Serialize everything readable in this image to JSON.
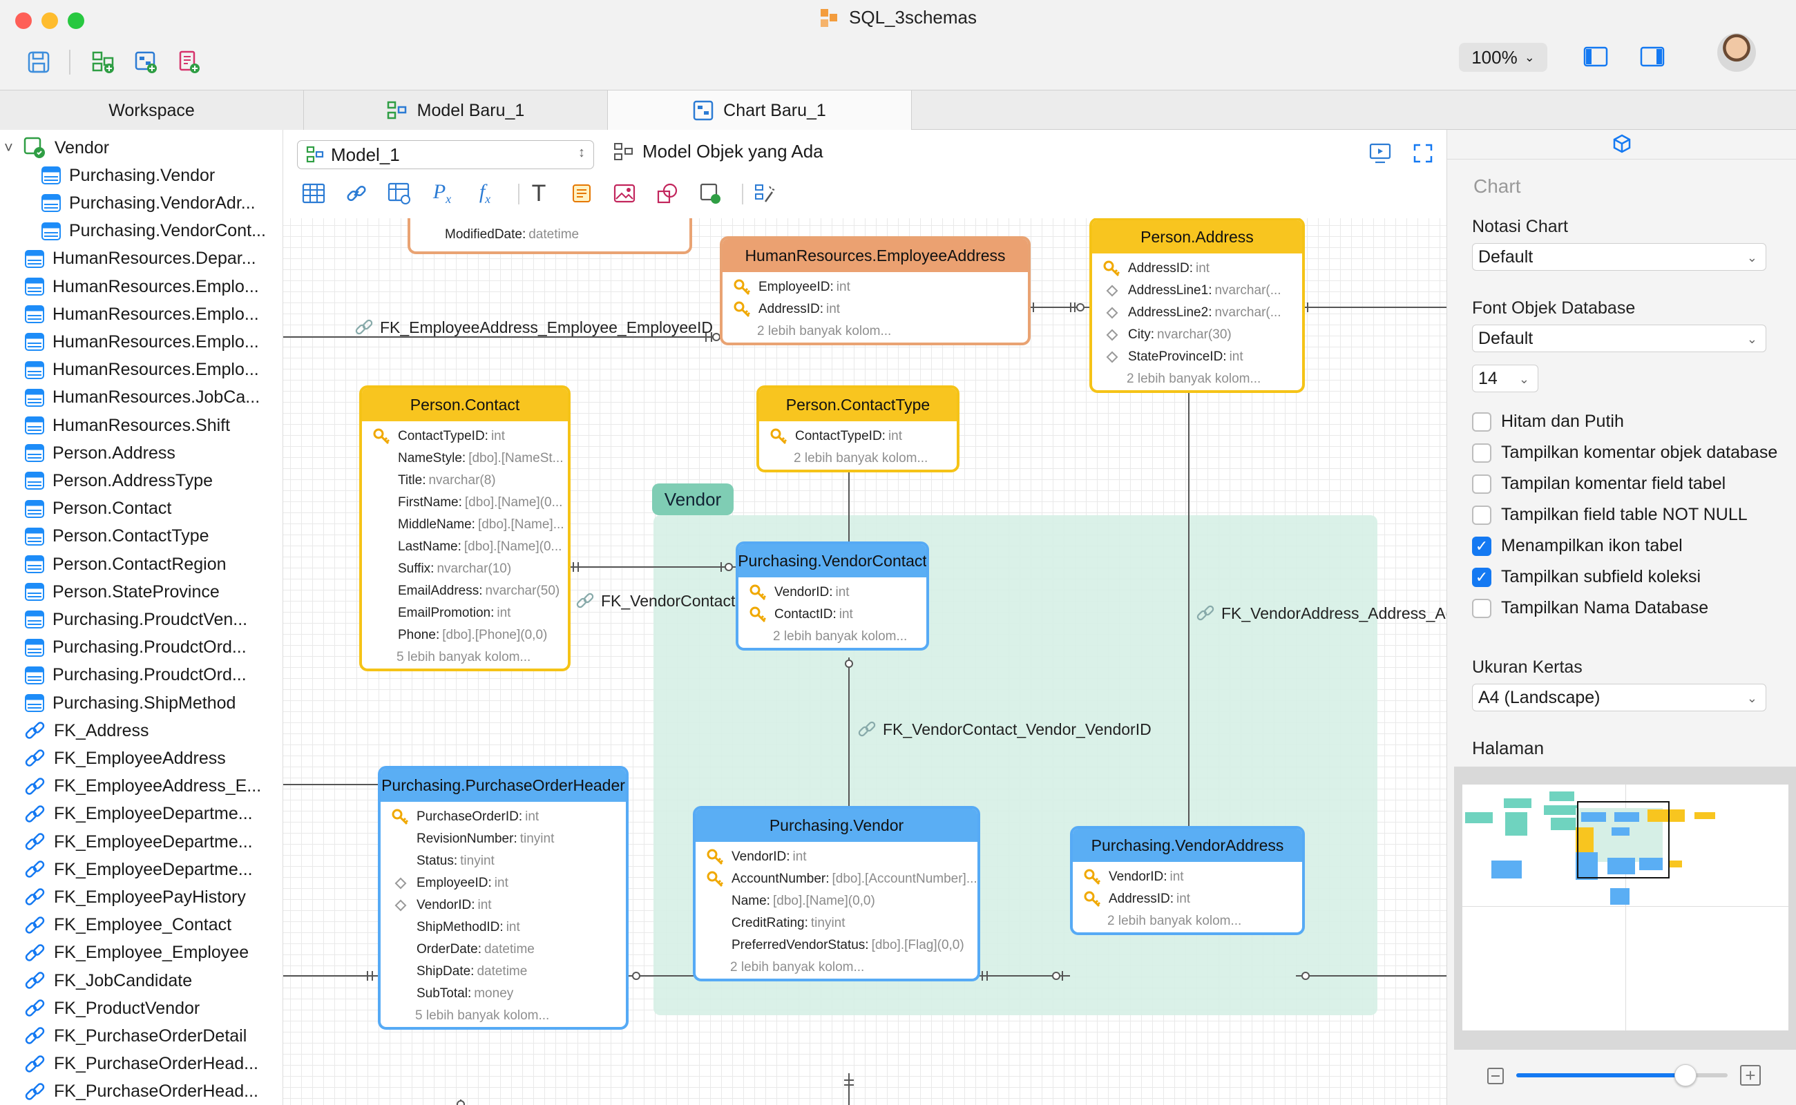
{
  "window": {
    "title": "SQL_3schemas",
    "zoom": "100%"
  },
  "toolbar": {
    "icons": [
      "save-icon",
      "add-model-icon",
      "add-chart-icon",
      "add-report-icon"
    ]
  },
  "tabs": [
    {
      "label": "Workspace"
    },
    {
      "label": "Model Baru_1"
    },
    {
      "label": "Chart Baru_1"
    }
  ],
  "sidebar": {
    "root": "Vendor",
    "children": [
      "Purchasing.Vendor",
      "Purchasing.VendorAdr...",
      "Purchasing.VendorCont..."
    ],
    "tables": [
      "HumanResources.Depar...",
      "HumanResources.Emplo...",
      "HumanResources.Emplo...",
      "HumanResources.Emplo...",
      "HumanResources.Emplo...",
      "HumanResources.JobCa...",
      "HumanResources.Shift",
      "Person.Address",
      "Person.AddressType",
      "Person.Contact",
      "Person.ContactType",
      "Person.ContactRegion",
      "Person.StateProvince",
      "Purchasing.ProudctVen...",
      "Purchasing.ProudctOrd...",
      "Purchasing.ProudctOrd...",
      "Purchasing.ShipMethod"
    ],
    "fks": [
      "FK_Address",
      "FK_EmployeeAddress",
      "FK_EmployeeAddress_E...",
      "FK_EmployeeDepartme...",
      "FK_EmployeeDepartme...",
      "FK_EmployeeDepartme...",
      "FK_EmployeePayHistory",
      "FK_Employee_Contact",
      "FK_Employee_Employee",
      "FK_JobCandidate",
      "FK_ProductVendor",
      "FK_PurchaseOrderDetail",
      "FK_PurchaseOrderHead...",
      "FK_PurchaseOrderHead..."
    ]
  },
  "canvas": {
    "model_select": "Model_1",
    "model_label": "Model Objek  yang Ada",
    "group_label": "Vendor",
    "fragment": {
      "name": "ModifiedDate:",
      "type": "datetime"
    },
    "entities": {
      "emp_addr": {
        "title": "HumanResources.EmployeeAddress",
        "fields": [
          {
            "k": "key",
            "n": "EmployeeID:",
            "t": "int"
          },
          {
            "k": "key",
            "n": "AddressID:",
            "t": "int"
          }
        ],
        "more": "2 lebih banyak kolom..."
      },
      "person_addr": {
        "title": "Person.Address",
        "fields": [
          {
            "k": "key",
            "n": "AddressID:",
            "t": "int"
          },
          {
            "k": "dia",
            "n": "AddressLine1:",
            "t": "nvarchar(..."
          },
          {
            "k": "dia",
            "n": "AddressLine2:",
            "t": "nvarchar(..."
          },
          {
            "k": "dia",
            "n": "City:",
            "t": "nvarchar(30)"
          },
          {
            "k": "dia",
            "n": "StateProvinceID:",
            "t": "int"
          }
        ],
        "more": "2 lebih banyak kolom..."
      },
      "contact": {
        "title": "Person.Contact",
        "fields": [
          {
            "k": "key",
            "n": "ContactTypeID:",
            "t": "int"
          },
          {
            "k": "",
            "n": "NameStyle:",
            "t": "[dbo].[NameSt..."
          },
          {
            "k": "",
            "n": "Title:",
            "t": "nvarchar(8)"
          },
          {
            "k": "",
            "n": "FirstName:",
            "t": "[dbo].[Name](0..."
          },
          {
            "k": "",
            "n": "MiddleName:",
            "t": "[dbo].[Name]..."
          },
          {
            "k": "",
            "n": "LastName:",
            "t": "[dbo].[Name](0..."
          },
          {
            "k": "",
            "n": "Suffix:",
            "t": "nvarchar(10)"
          },
          {
            "k": "",
            "n": "EmailAddress:",
            "t": "nvarchar(50)"
          },
          {
            "k": "",
            "n": "EmailPromotion:",
            "t": "int"
          },
          {
            "k": "",
            "n": "Phone:",
            "t": "[dbo].[Phone](0,0)"
          }
        ],
        "more": "5 lebih banyak kolom..."
      },
      "contact_type": {
        "title": "Person.ContactType",
        "fields": [
          {
            "k": "key",
            "n": "ContactTypeID:",
            "t": "int"
          }
        ],
        "more": "2 lebih banyak kolom..."
      },
      "vendor_contact": {
        "title": "Purchasing.VendorContact",
        "fields": [
          {
            "k": "key",
            "n": "VendorID:",
            "t": "int"
          },
          {
            "k": "key",
            "n": "ContactID:",
            "t": "int"
          }
        ],
        "more": "2 lebih banyak kolom..."
      },
      "poh": {
        "title": "Purchasing.PurchaseOrderHeader",
        "fields": [
          {
            "k": "key",
            "n": "PurchaseOrderID:",
            "t": "int"
          },
          {
            "k": "",
            "n": "RevisionNumber:",
            "t": "tinyint"
          },
          {
            "k": "",
            "n": "Status:",
            "t": "tinyint"
          },
          {
            "k": "dia",
            "n": "EmployeeID:",
            "t": "int"
          },
          {
            "k": "dia",
            "n": "VendorID:",
            "t": "int"
          },
          {
            "k": "",
            "n": "ShipMethodID:",
            "t": "int"
          },
          {
            "k": "",
            "n": "OrderDate:",
            "t": "datetime"
          },
          {
            "k": "",
            "n": "ShipDate:",
            "t": "datetime"
          },
          {
            "k": "",
            "n": "SubTotal:",
            "t": "money"
          }
        ],
        "more": "5 lebih banyak kolom..."
      },
      "vendor": {
        "title": "Purchasing.Vendor",
        "fields": [
          {
            "k": "key",
            "n": "VendorID:",
            "t": "int"
          },
          {
            "k": "key",
            "n": "AccountNumber:",
            "t": "[dbo].[AccountNumber]..."
          },
          {
            "k": "",
            "n": "Name:",
            "t": "[dbo].[Name](0,0)"
          },
          {
            "k": "",
            "n": "CreditRating:",
            "t": "tinyint"
          },
          {
            "k": "",
            "n": "PreferredVendorStatus:",
            "t": "[dbo].[Flag](0,0)"
          }
        ],
        "more": "2 lebih banyak kolom..."
      },
      "vendor_addr": {
        "title": "Purchasing.VendorAddress",
        "fields": [
          {
            "k": "key",
            "n": "VendorID:",
            "t": "int"
          },
          {
            "k": "key",
            "n": "AddressID:",
            "t": "int"
          }
        ],
        "more": "2 lebih banyak kolom..."
      }
    },
    "fk_labels": {
      "fk1": "FK_EmployeeAddress_Employee_EmployeeID",
      "fk2": "FK_VendorContact",
      "fk3": "FK_VendorContact_Vendor_VendorID",
      "fk4": "FK_VendorAddress_Address_Add"
    }
  },
  "panel": {
    "heading": "Chart",
    "notation_label": "Notasi Chart",
    "notation_value": "Default",
    "font_label": "Font Objek Database",
    "font_value": "Default",
    "font_size": "14",
    "options": [
      {
        "label": "Hitam dan Putih",
        "checked": false
      },
      {
        "label": "Tampilkan komentar objek database",
        "checked": false
      },
      {
        "label": "Tampilan komentar field tabel",
        "checked": false
      },
      {
        "label": "Tampilkan field table NOT NULL",
        "checked": false
      },
      {
        "label": "Menampilkan ikon tabel",
        "checked": true
      },
      {
        "label": "Tampilkan subfield koleksi",
        "checked": true
      },
      {
        "label": "Tampilkan Nama Database",
        "checked": false
      }
    ],
    "paper_label": "Ukuran Kertas",
    "paper_value": "A4 (Landscape)",
    "page_label": "Halaman",
    "page_zoom": 0.8
  },
  "colors": {
    "accent": "#1479f2",
    "table_yellow": "#f8c51f",
    "table_orange": "#eba171",
    "table_blue": "#5aaef4",
    "group_green": "#d6efe6"
  }
}
